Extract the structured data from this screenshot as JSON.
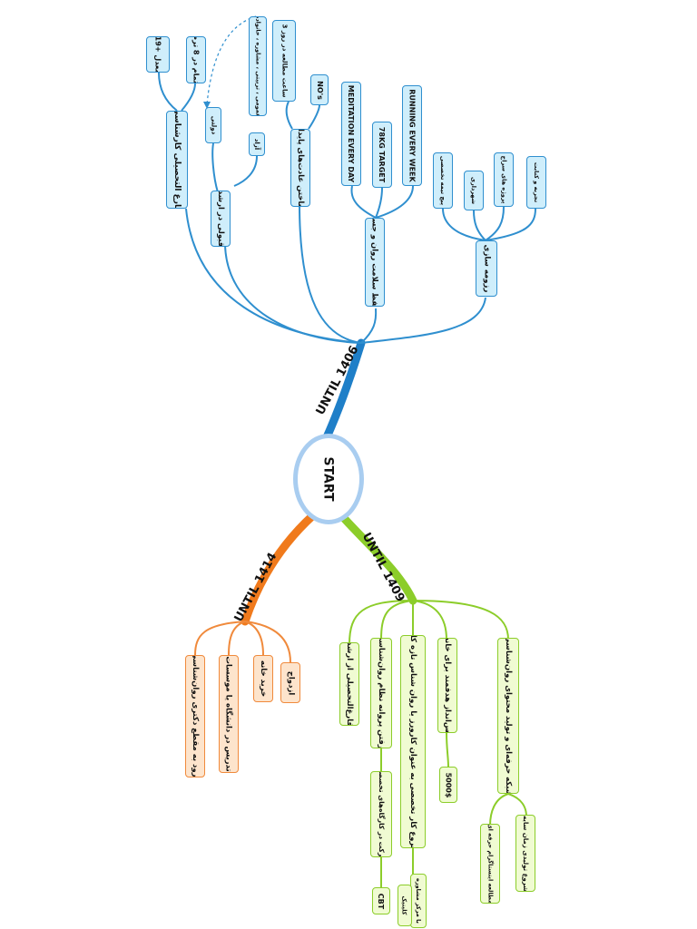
{
  "center": "START",
  "branches": {
    "until_1406": {
      "label": "UNTIL 1406",
      "fargh": "فارغ التحصیلی کارشناسی",
      "fargh_c1": "معدل +19",
      "fargh_c2": "اتمام در 8 ترم",
      "arshad": "قبولی در ارشد",
      "arshad_c1": "دولتی",
      "arshad_c2": "آزاد",
      "arshad_note": "عمومی ، تربیتی ، مشاوره ، خانواده",
      "sakhtan": "ساختن عادت‌های پایدار",
      "sakhtan_c1": "3 ساعت مطالعه در روز",
      "sakhtan_c2": "NO's",
      "salamat": "حفظ سلامت روان و جسم",
      "salamat_c1": "MEDITATION EVERY DAY",
      "salamat_c2": "78KG TARGET",
      "salamat_c3": "RUNNING EVERY WEEK",
      "rezume": "رزومه سازی",
      "rezume_c1": "پیچ تیمه تخصصی",
      "rezume_c2": "شهرداری",
      "rezume_c3": "پروژه های سراج",
      "rezume_c4": "تجربه و کتابت"
    },
    "until_1409": {
      "label": "UNTIL 1409",
      "n1": "فارغ‌التحصیلی از ارشد",
      "n2": "گرفتن پروانه نظام روان‌شناسی",
      "n2_c": "شرکت در کارگاه‌های تخصصی",
      "n2_cc": "CBT",
      "n3": "شروع کار تخصصی به عنوان کارورز یا روان شناس تازه کار",
      "n3_c": "با مرکز مشاوره",
      "n3_cc": "کلینیک",
      "n4": "پس‌انداز هدفمند برای خانه",
      "n4_c": "5000$",
      "n5": "شبکه حرفه‌ای و تولید محتوای روان‌شناسی",
      "n5_c1": "شروع تولیدی زمان سایه",
      "n5_c2": "مطالعه اینستاگرام حرفه ای"
    },
    "until_1414": {
      "label": "UNTIL 1414",
      "n1": "ورود به مقطع دکتری روان‌شناسی",
      "n2": "تدریس در دانشگاه یا موسسات",
      "n3": "خرید خانه",
      "n4": "ازدواج"
    }
  },
  "colors": {
    "blue": "#2f8fcf",
    "blue_thick": "#1f7fc8",
    "green": "#8ccd2a",
    "orange": "#f07a1c",
    "hub_border": "#a9cdf0"
  }
}
